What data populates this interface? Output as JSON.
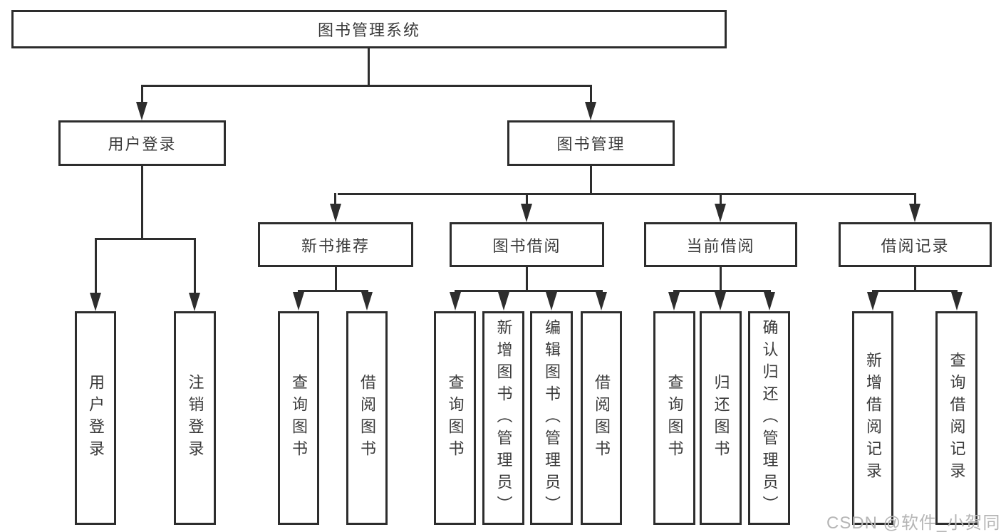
{
  "diagram": {
    "root": "图书管理系统",
    "user_branch": {
      "label": "用户登录",
      "children": [
        "用户登录",
        "注销登录"
      ]
    },
    "mgmt_branch": {
      "label": "图书管理",
      "groups": [
        {
          "label": "新书推荐",
          "children": [
            "查询图书",
            "借阅图书"
          ]
        },
        {
          "label": "图书借阅",
          "children": [
            "查询图书",
            "新增图书（管理员）",
            "编辑图书（管理员）",
            "借阅图书"
          ]
        },
        {
          "label": "当前借阅",
          "children": [
            "查询图书",
            "归还图书",
            "确认归还（管理员）"
          ]
        },
        {
          "label": "借阅记录",
          "children": [
            "新增借阅记录",
            "查询借阅记录"
          ]
        }
      ]
    }
  },
  "watermark": "CSDN @软件_小贺同学",
  "colors": {
    "line": "#2d2d2d",
    "text": "#3a3a3a",
    "watermark": "#b5b5b5",
    "background": "#ffffff"
  }
}
